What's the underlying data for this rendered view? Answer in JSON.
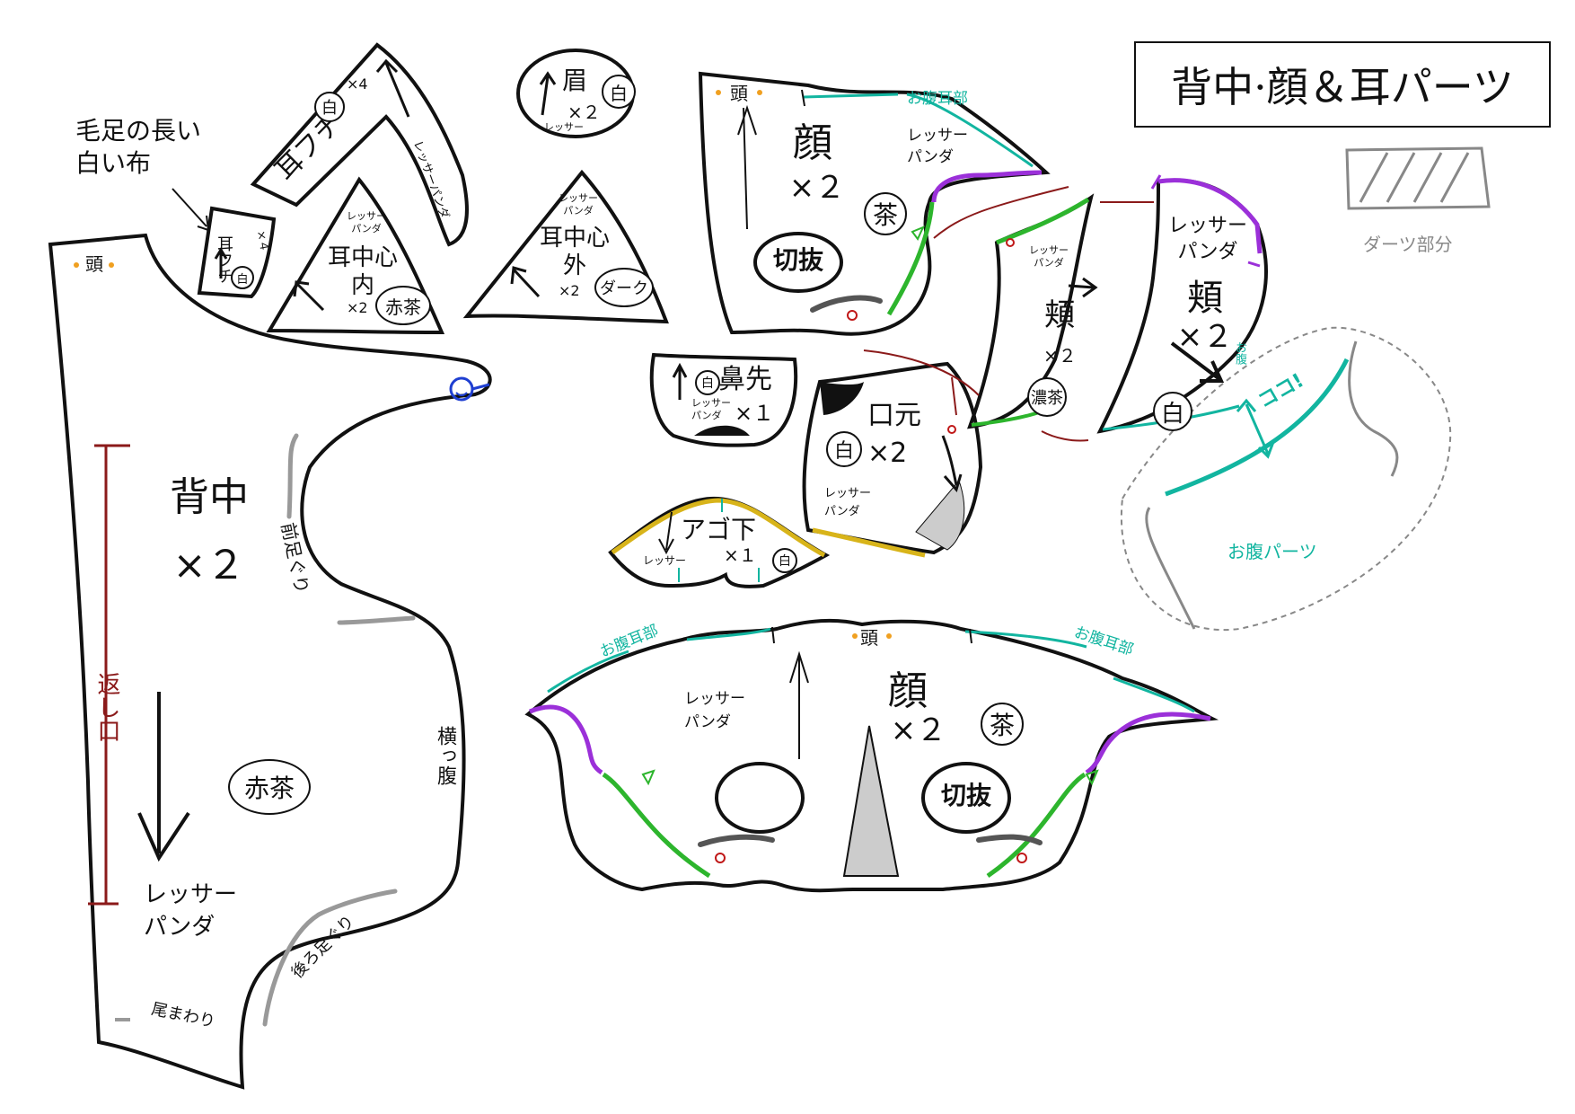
{
  "title": "背中·顔＆耳パーツ",
  "dart_legend": "ダーツ部分",
  "annotations": {
    "long_fur": "毛足の長い\n白い布",
    "leg_front": "前足ぐり",
    "leg_back": "後ろ足ぐり",
    "tail": "尾まわり",
    "side_belly": "横っ腹",
    "return_opening": "返し口",
    "belly_ear": "お腹耳部",
    "belly_parts": "お腹パーツ",
    "here": "ココ!",
    "cheek_belly": "お腹",
    "head": "頭",
    "cut": "切抜"
  },
  "pieces": {
    "back": {
      "name": "背中",
      "count": "×２",
      "color": "赤茶",
      "species": "レッサー\nパンダ"
    },
    "ear_rim_small": {
      "name": "耳フチ",
      "color": "白",
      "count": "×４"
    },
    "ear_rim_big": {
      "name": "耳フチ",
      "color": "白",
      "count": "×4",
      "species": "レッサーパンダ"
    },
    "ear_inner": {
      "name": "耳中心\n内",
      "count": "×2",
      "color": "赤茶",
      "species": "レッサー\nパンダ"
    },
    "ear_outer": {
      "name": "耳中心\n外",
      "count": "×2",
      "color": "ダーク",
      "species": "レッサー\nパンダ"
    },
    "brow": {
      "name": "眉",
      "count": "×２",
      "color": "白",
      "species": "レッサー"
    },
    "face_small": {
      "name": "顔",
      "count": "×２",
      "color": "茶",
      "species": "レッサー\nパンダ"
    },
    "nose": {
      "name": "鼻先",
      "count": "×１",
      "color": "白",
      "species": "レッサー\nパンダ"
    },
    "mouth": {
      "name": "口元",
      "count": "×2",
      "color": "白",
      "species": "レッサー\nパンダ"
    },
    "chin": {
      "name": "アゴ下",
      "count": "×１",
      "color": "白",
      "species": "レッサー"
    },
    "cheek_small": {
      "name": "頬",
      "count": "×２",
      "color": "濃茶",
      "species": "レッサー\nパンダ"
    },
    "cheek_big": {
      "name": "頬",
      "count": "×２",
      "color": "白",
      "species": "レッサー\nパンダ"
    },
    "face_big": {
      "name": "顔",
      "count": "×２",
      "color": "茶",
      "species": "レッサー\nパンダ"
    }
  },
  "colors": {
    "teal": "#12b5a0",
    "purple": "#9b30d9",
    "green": "#2db52d",
    "darkred": "#8b1a1a",
    "blue": "#1f3fd1",
    "orange": "#f0a020",
    "yellow": "#d8b41a"
  }
}
